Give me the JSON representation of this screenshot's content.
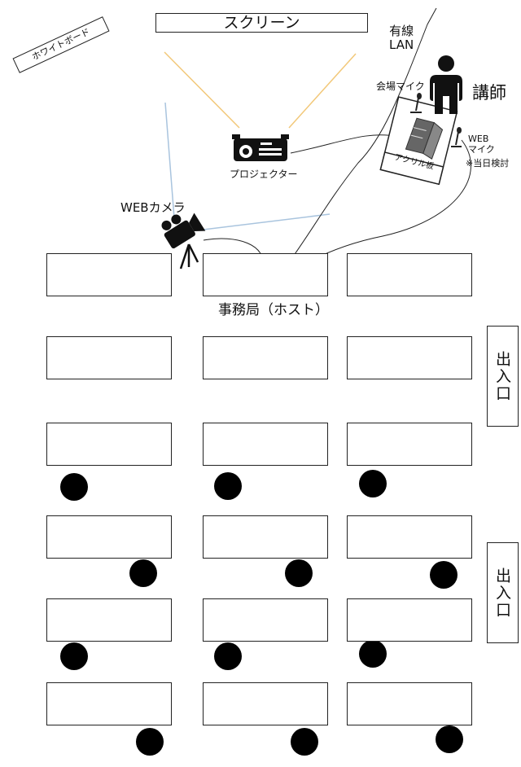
{
  "labels": {
    "screen": "スクリーン",
    "whiteboard": "ホワイトボード",
    "wired_lan_line1": "有線",
    "wired_lan_line2": "LAN",
    "venue_mic": "会場マイク",
    "lecturer": "講師",
    "lectern": "アクリル板",
    "web_mic_line1": "WEB",
    "web_mic_line2": "マイク",
    "web_mic_note": "※当日検討",
    "projector": "プロジェクター",
    "web_camera": "WEBカメラ",
    "host": "事務局（ホスト）",
    "entrance_upper": "出入口",
    "entrance_lower": "出入口"
  },
  "colors": {
    "projection_beam": "#f2c879",
    "camera_view": "#a9c4de",
    "outline": "#222222",
    "seat": "#000000"
  },
  "icons": [
    "projector-icon",
    "web-camera-icon",
    "laptop-icon",
    "person-icon",
    "microphone-icon",
    "lectern-icon"
  ]
}
